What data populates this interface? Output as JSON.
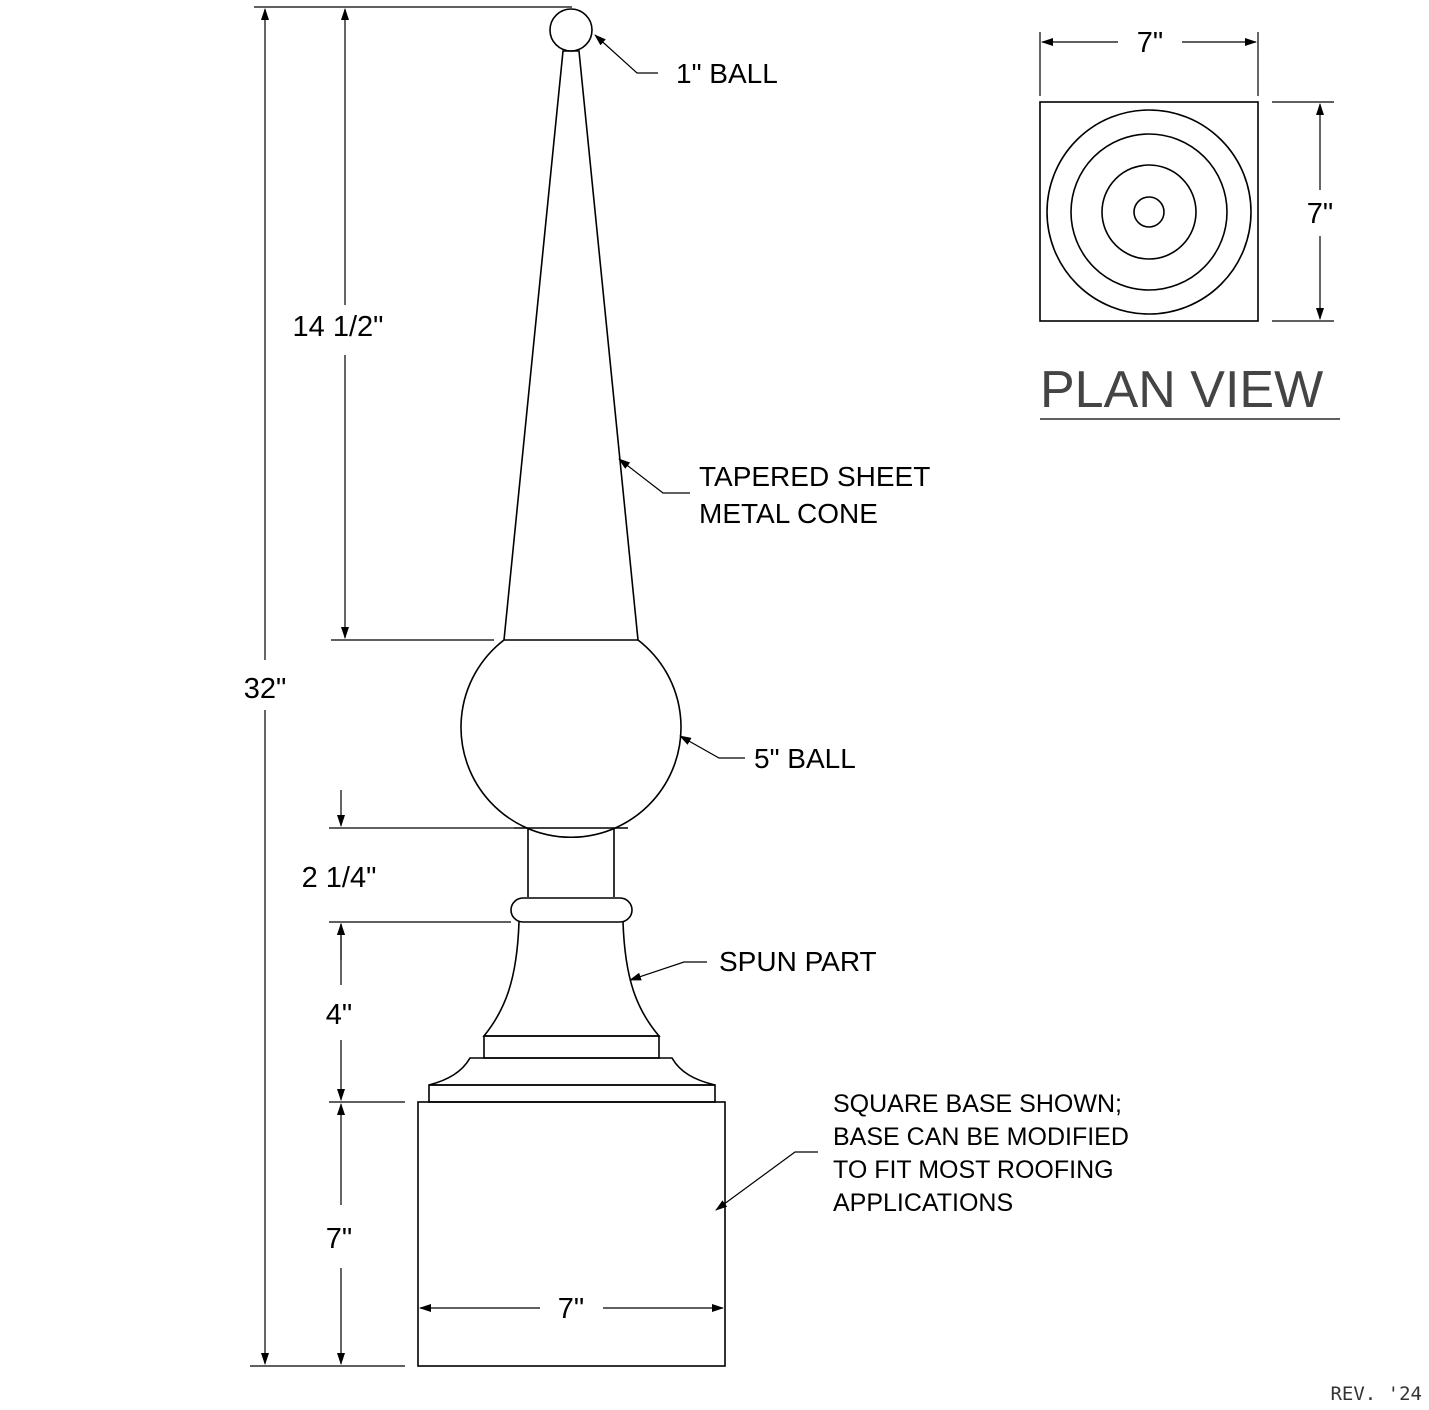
{
  "labels": {
    "ball_top": "1\" BALL",
    "cone_line1": "TAPERED SHEET",
    "cone_line2": "METAL CONE",
    "ball_mid": "5\" BALL",
    "spun": "SPUN PART",
    "note_line1": "SQUARE BASE SHOWN;",
    "note_line2": "BASE CAN BE MODIFIED",
    "note_line3": "TO FIT MOST ROOFING",
    "note_line4": "APPLICATIONS"
  },
  "dimensions": {
    "overall": "32\"",
    "cone": "14 1/2\"",
    "neck": "2 1/4\"",
    "spun": "4\"",
    "base_height": "7\"",
    "base_width": "7\"",
    "plan_width": "7\"",
    "plan_height": "7\""
  },
  "plan_view": {
    "title": "PLAN VIEW"
  },
  "revision": "REV. '24"
}
